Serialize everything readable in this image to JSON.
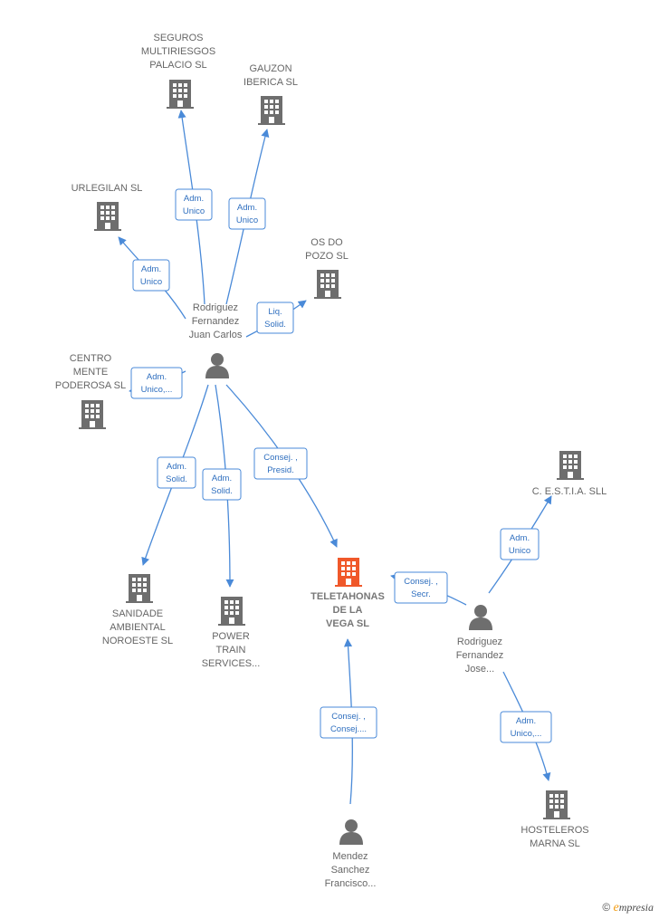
{
  "colors": {
    "edge": "#4a8ad8",
    "company_icon": "#6e6e6e",
    "main_company_icon": "#f0582a",
    "person_icon": "#6e6e6e"
  },
  "nodes": [
    {
      "id": "seguros",
      "type": "company",
      "lines": [
        "SEGUROS",
        "MULTIRIESGOS",
        "PALACIO SL"
      ],
      "label_pos": "above"
    },
    {
      "id": "gauzon",
      "type": "company",
      "lines": [
        "GAUZON",
        "IBERICA SL"
      ],
      "label_pos": "above"
    },
    {
      "id": "urlegilan",
      "type": "company",
      "lines": [
        "URLEGILAN SL"
      ],
      "label_pos": "above"
    },
    {
      "id": "osdopozo",
      "type": "company",
      "lines": [
        "OS DO",
        "POZO SL"
      ],
      "label_pos": "above"
    },
    {
      "id": "rodriguez_jc",
      "type": "person",
      "lines": [
        "Rodriguez",
        "Fernandez",
        "Juan Carlos"
      ],
      "label_pos": "above"
    },
    {
      "id": "centro",
      "type": "company",
      "lines": [
        "CENTRO",
        "MENTE",
        "PODEROSA  SL"
      ],
      "label_pos": "above"
    },
    {
      "id": "sanidade",
      "type": "company",
      "lines": [
        "SANIDADE",
        "AMBIENTAL",
        "NOROESTE  SL"
      ],
      "label_pos": "below"
    },
    {
      "id": "power",
      "type": "company",
      "lines": [
        "POWER",
        "TRAIN",
        "SERVICES..."
      ],
      "label_pos": "below"
    },
    {
      "id": "teletahonas",
      "type": "main",
      "lines": [
        "TELETAHONAS",
        "DE LA",
        "VEGA  SL"
      ],
      "label_pos": "below"
    },
    {
      "id": "cestia",
      "type": "company",
      "lines": [
        "C. E.S.T.I.A. SLL"
      ],
      "label_pos": "below"
    },
    {
      "id": "rodriguez_jose",
      "type": "person",
      "lines": [
        "Rodriguez",
        "Fernandez",
        "Jose..."
      ],
      "label_pos": "below"
    },
    {
      "id": "hosteleros",
      "type": "company",
      "lines": [
        "HOSTELEROS",
        "MARNA  SL"
      ],
      "label_pos": "below"
    },
    {
      "id": "mendez",
      "type": "person",
      "lines": [
        "Mendez",
        "Sanchez",
        "Francisco..."
      ],
      "label_pos": "below"
    }
  ],
  "edges": [
    {
      "id": "e_seguros",
      "lines": [
        "Adm.",
        "Unico"
      ]
    },
    {
      "id": "e_gauzon",
      "lines": [
        "Adm.",
        "Unico"
      ]
    },
    {
      "id": "e_urlegilan",
      "lines": [
        "Adm.",
        "Unico"
      ]
    },
    {
      "id": "e_osdopozo",
      "lines": [
        "Liq.",
        "Solid."
      ]
    },
    {
      "id": "e_centro",
      "lines": [
        "Adm.",
        "Unico,..."
      ]
    },
    {
      "id": "e_sanidade",
      "lines": [
        "Adm.",
        "Solid."
      ]
    },
    {
      "id": "e_power",
      "lines": [
        "Adm.",
        "Solid."
      ]
    },
    {
      "id": "e_tele_jc",
      "lines": [
        "Consej. ,",
        "Presid."
      ]
    },
    {
      "id": "e_tele_jose",
      "lines": [
        "Consej. ,",
        "Secr."
      ]
    },
    {
      "id": "e_cestia",
      "lines": [
        "Adm.",
        "Unico"
      ]
    },
    {
      "id": "e_hosteleros",
      "lines": [
        "Adm.",
        "Unico,..."
      ]
    },
    {
      "id": "e_mendez",
      "lines": [
        "Consej. ,",
        "Consej...."
      ]
    }
  ],
  "footer": {
    "copyright": "©",
    "brand_initial": "e",
    "brand_rest": "mpresia"
  }
}
